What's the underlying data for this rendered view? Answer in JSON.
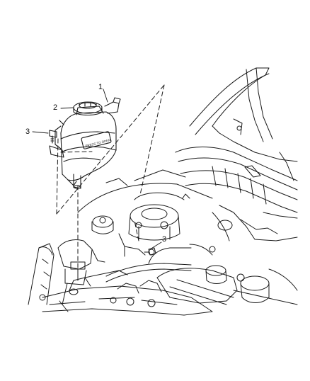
{
  "diagram": {
    "callouts": [
      {
        "id": "1",
        "label": "1"
      },
      {
        "id": "2",
        "label": "2"
      },
      {
        "id": "3a",
        "label": "3"
      },
      {
        "id": "3b",
        "label": "3"
      }
    ],
    "reservoir_label": "PRESS TO OPEN",
    "colors": {
      "line": "#1a1a1a",
      "background": "#ffffff"
    }
  }
}
